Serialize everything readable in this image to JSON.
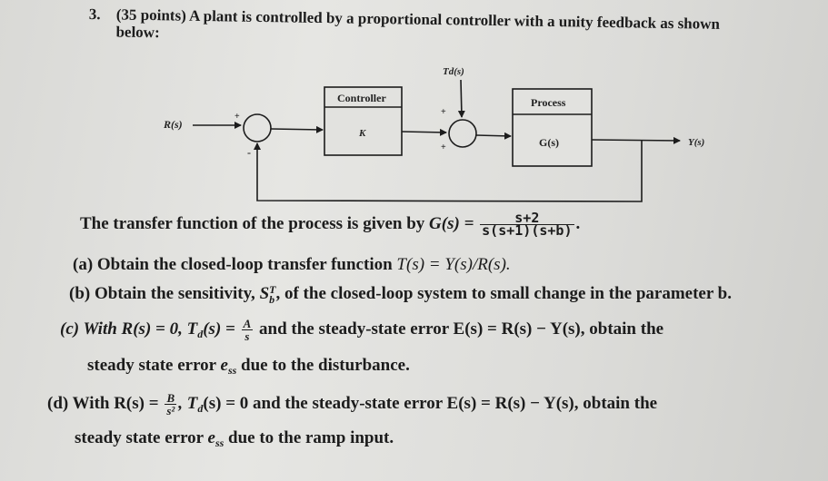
{
  "question": {
    "number": "3.",
    "header_line1": "(35 points) A plant is controlled by a proportional controller with a unity feedback as shown",
    "header_line2": "below:"
  },
  "diagram": {
    "disturbance_label": "Td(s)",
    "input_label": "R(s)",
    "output_label": "Y(s)",
    "controller_title": "Controller",
    "controller_gain": "K",
    "process_title": "Process",
    "process_tf": "G(s)",
    "sign_plus": "+",
    "sign_minus": "-"
  },
  "text": {
    "tf_intro": "The transfer function of the process is given by",
    "tf_lhs": "G(s) =",
    "tf_num": "s+2",
    "tf_den": "s(s+1)(s+b)",
    "tf_end": ".",
    "a_label": "(a) Obtain the closed-loop transfer function",
    "a_expr": "T(s) = Y(s)/R(s).",
    "b_label": "(b) Obtain the sensitivity,",
    "b_S": "S",
    "b_sup": "T",
    "b_sub": "b",
    "b_rest": ", of the closed-loop system to small change in the parameter b.",
    "c_label": "(c) With R(s) = 0, T",
    "c_sub": "d",
    "c_mid": "(s) =",
    "c_num": "A",
    "c_den": "s",
    "c_rest": "and the steady-state error E(s) = R(s) − Y(s), obtain the",
    "c_line2_a": "steady state error",
    "c_e": "e",
    "c_ss": "ss",
    "c_line2_b": "due to the disturbance.",
    "d_label": "(d) With R(s) =",
    "d_num": "B",
    "d_den": "s²",
    "d_mid": ", T",
    "d_sub": "d",
    "d_rest": "(s) = 0 and the steady-state error E(s) = R(s) − Y(s), obtain the",
    "d_line2_a": "steady state error",
    "d_e": "e",
    "d_ss": "ss",
    "d_line2_b": "due to the ramp input."
  }
}
